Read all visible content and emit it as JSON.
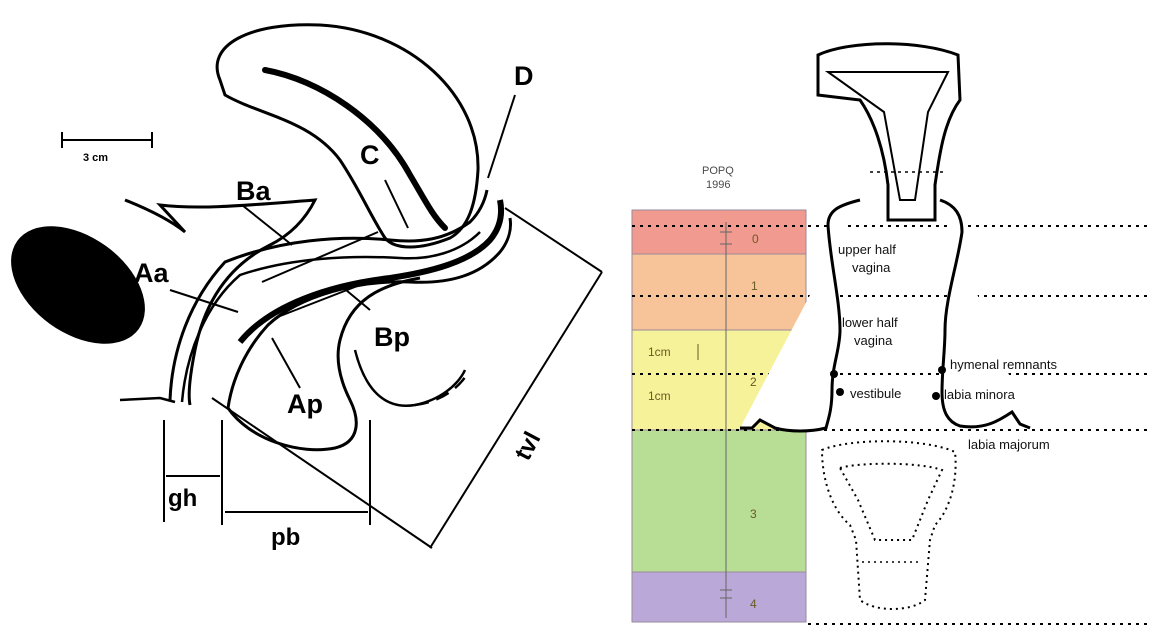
{
  "left_diagram": {
    "scale_bar_label": "3 cm",
    "points": {
      "Aa": "Aa",
      "Ap": "Ap",
      "Ba": "Ba",
      "Bp": "Bp",
      "C": "C",
      "D": "D"
    },
    "measures": {
      "gh": "gh",
      "pb": "pb",
      "tvl": "tvl"
    }
  },
  "right_diagram": {
    "header_line1": "POPQ",
    "header_line2": "1996",
    "stages": [
      {
        "label": "0",
        "color": "#f19a8f"
      },
      {
        "label": "1",
        "color": "#f7c49a"
      },
      {
        "label": "2",
        "color": "#f6f29a"
      },
      {
        "label": "3",
        "color": "#b7de94"
      },
      {
        "label": "4",
        "color": "#b9a8d8"
      }
    ],
    "cm_labels": [
      "1cm",
      "1cm"
    ],
    "anatomy_labels": {
      "upper_half_1": "upper half",
      "upper_half_2": "vagina",
      "lower_half_1": "lower half",
      "lower_half_2": "vagina",
      "hymenal": "hymenal remnants",
      "vestibule": "vestibule",
      "labia_minora": "labia minora",
      "labia_majorum": "labia majorum"
    }
  }
}
